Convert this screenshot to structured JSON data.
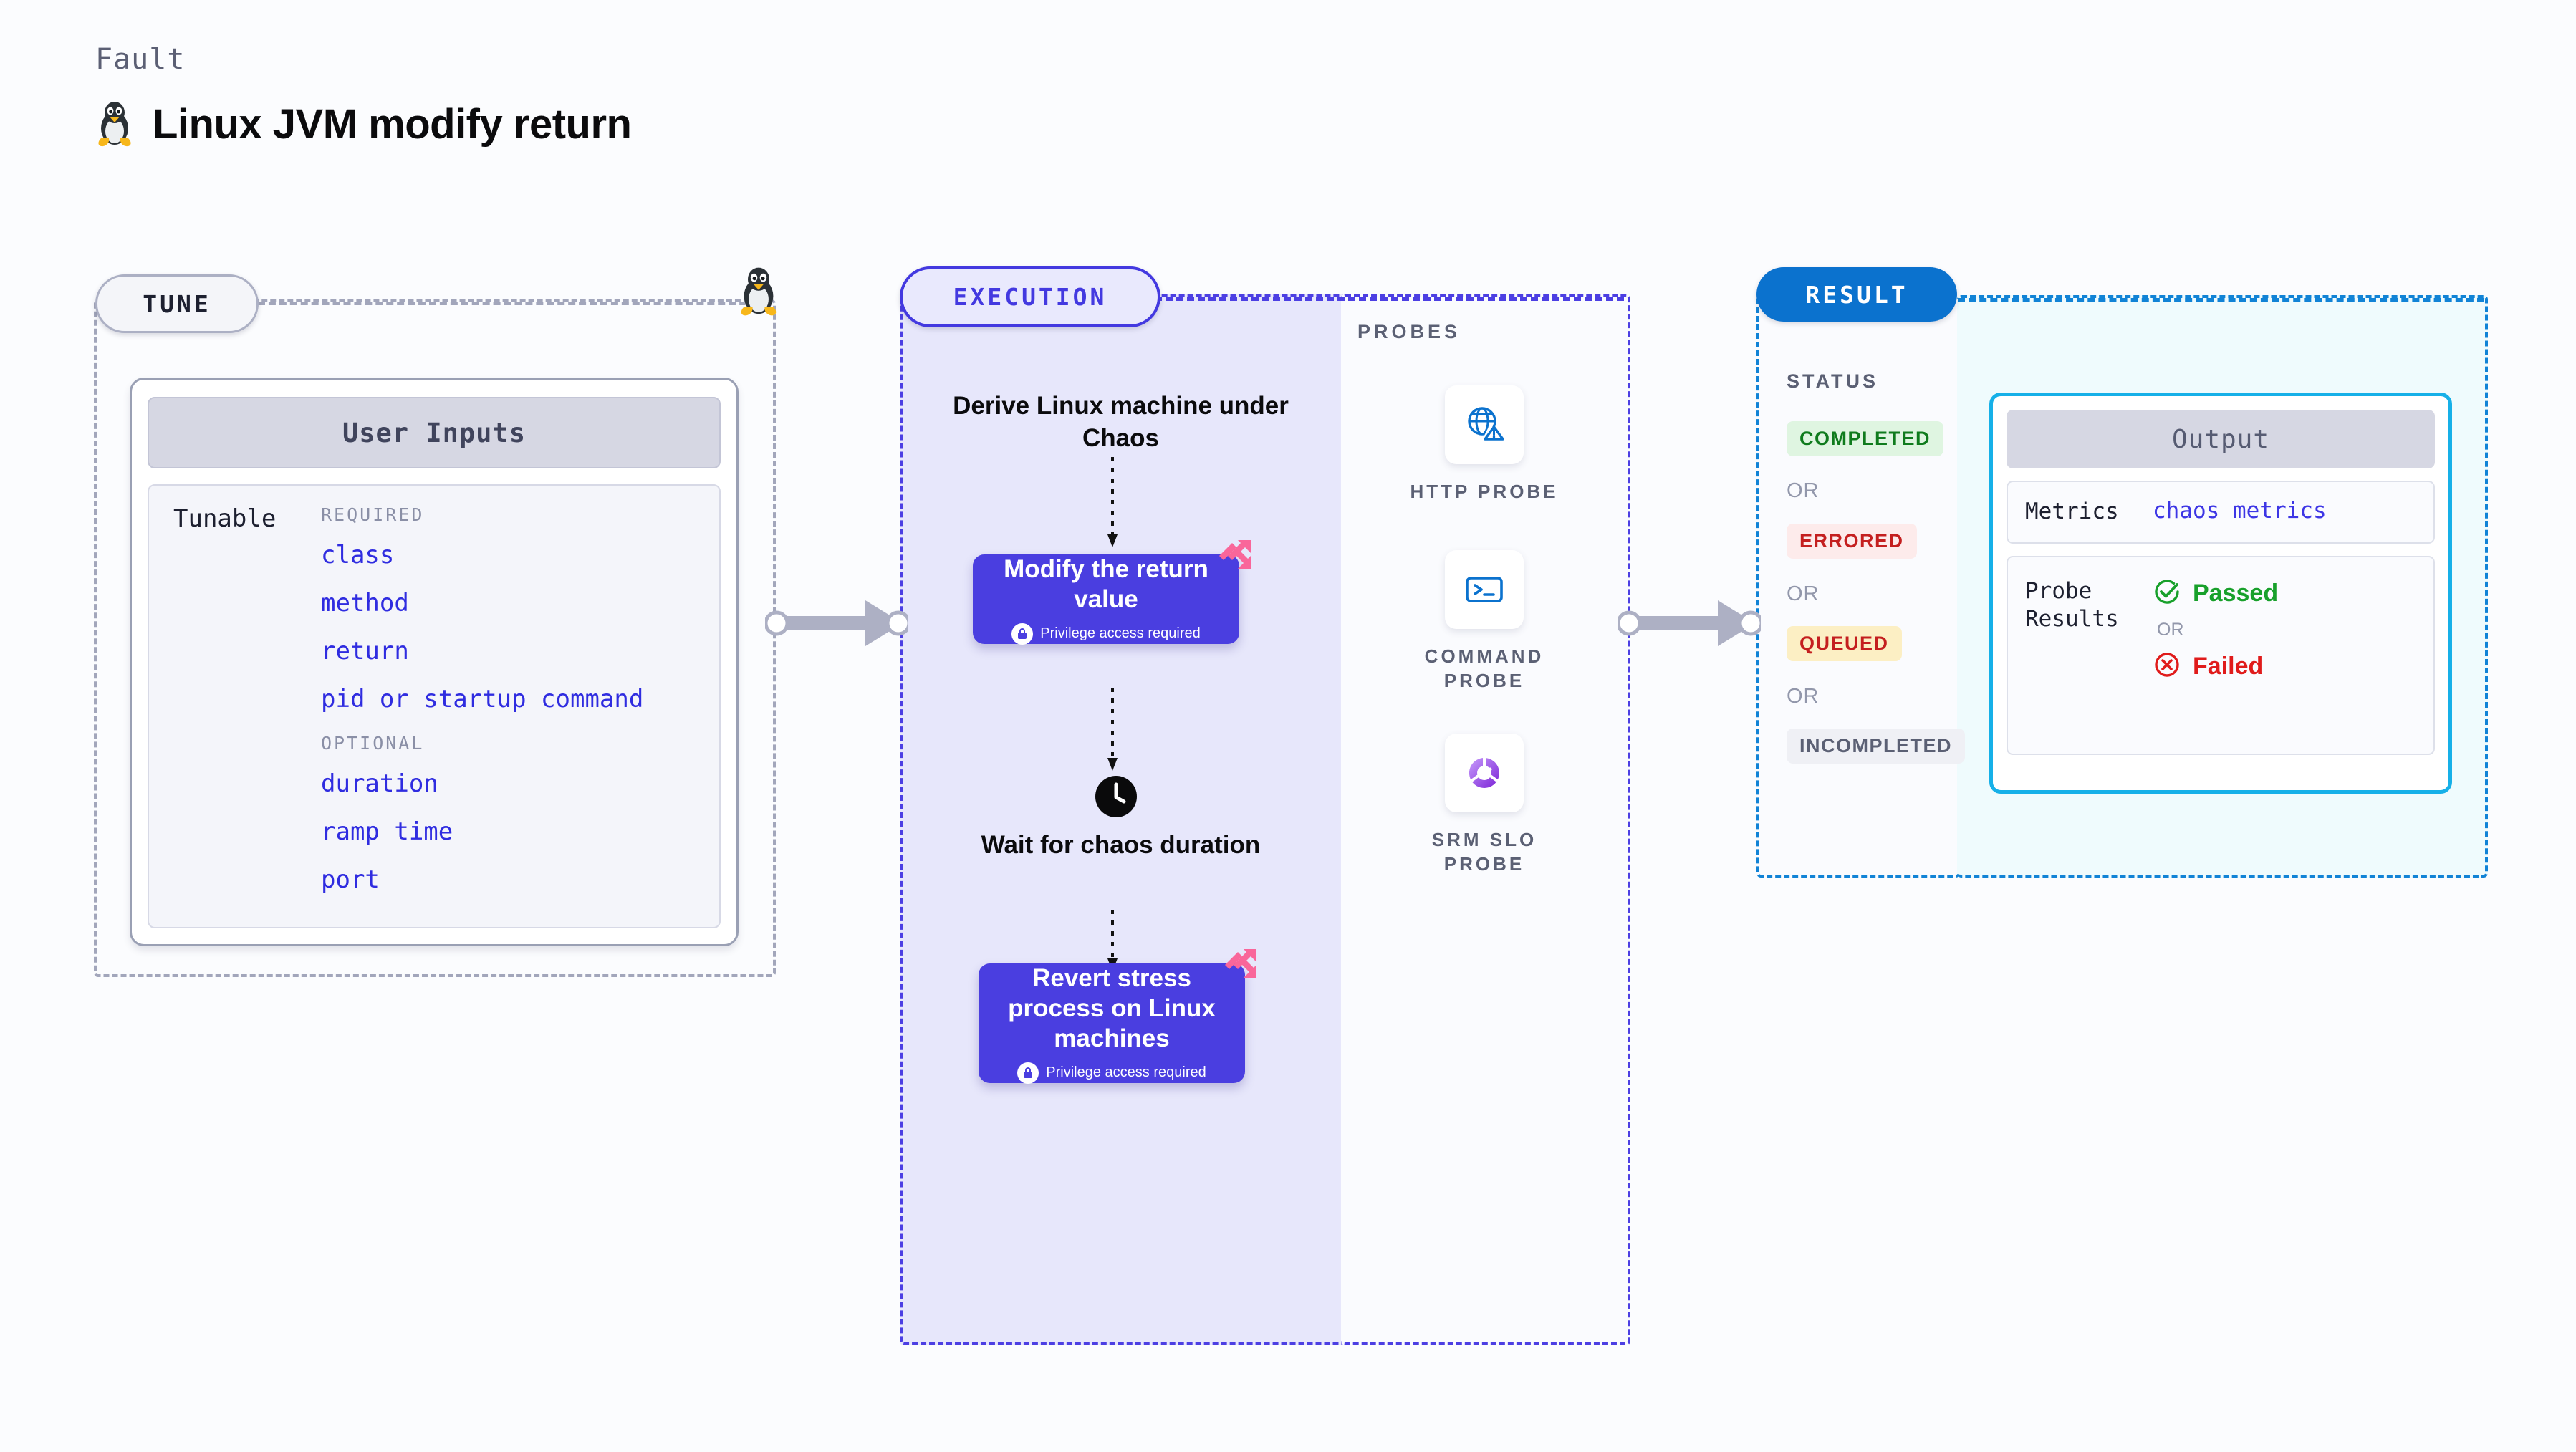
{
  "header": {
    "kicker": "Fault",
    "title": "Linux JVM modify return",
    "icon": "linux-tux-icon"
  },
  "colors": {
    "exec_accent": "#4c3fe3",
    "result_accent": "#1183d6",
    "node_purple": "#4a3ee0",
    "output_border": "#16b0e8",
    "tune_border": "#a2a6bb",
    "harness_pink": "#f9669a"
  },
  "stages": {
    "tune": {
      "label": "TUNE"
    },
    "execution": {
      "label": "EXECUTION"
    },
    "result": {
      "label": "RESULT"
    }
  },
  "tune": {
    "card_title": "User Inputs",
    "row_label": "Tunable",
    "groups": [
      {
        "title": "REQUIRED",
        "items": [
          "class",
          "method",
          "return",
          "pid or startup command"
        ]
      },
      {
        "title": "OPTIONAL",
        "items": [
          "duration",
          "ramp time",
          "port"
        ]
      }
    ]
  },
  "execution": {
    "step_derive": "Derive Linux machine under Chaos",
    "node_modify": {
      "title": "Modify the return value",
      "privilege": "Privilege access required",
      "lock_icon": "lock-icon",
      "badge_icon": "harness-logo-icon"
    },
    "wait_step": {
      "icon": "clock-icon",
      "title": "Wait for chaos duration"
    },
    "node_revert": {
      "title": "Revert stress process on Linux machines",
      "privilege": "Privilege access required",
      "lock_icon": "lock-icon",
      "badge_icon": "harness-logo-icon"
    }
  },
  "probes": {
    "label": "PROBES",
    "items": [
      {
        "caption": "HTTP PROBE",
        "icon": "globe-alert-icon"
      },
      {
        "caption": "COMMAND PROBE",
        "icon": "terminal-prompt-icon"
      },
      {
        "caption": "SRM SLO PROBE",
        "icon": "slo-donut-check-icon"
      }
    ]
  },
  "result": {
    "status_label": "STATUS",
    "or_label": "OR",
    "statuses": [
      "COMPLETED",
      "ERRORED",
      "QUEUED",
      "INCOMPLETED"
    ],
    "output": {
      "title": "Output",
      "metrics_key": "Metrics",
      "metrics_value": "chaos metrics",
      "probe_results_key": "Probe Results",
      "passed_label": "Passed",
      "passed_icon": "check-circle-icon",
      "or_label": "OR",
      "failed_label": "Failed",
      "failed_icon": "x-circle-icon"
    }
  }
}
